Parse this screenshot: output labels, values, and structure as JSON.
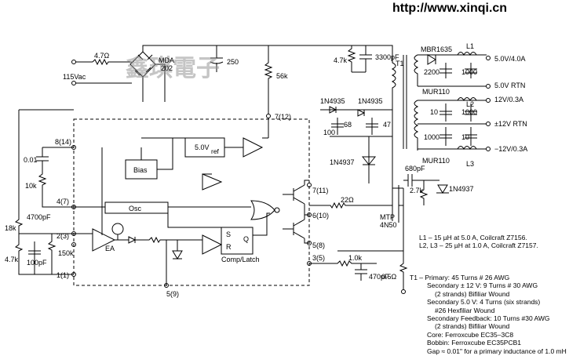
{
  "header": {
    "url": "http://www.xinqi.cn"
  },
  "labels": {
    "r_in": "4.7Ω",
    "vac": "115Vac",
    "bridge": "MDA",
    "bridge_num": "202",
    "c250": "250",
    "r56k": "56k",
    "r47k": "4.7k",
    "c3300": "3300pF",
    "t1": "T1",
    "d_mbr": "MBR1635",
    "l1": "L1",
    "c2200": "2200",
    "c1000a": "1000",
    "out5v": "5.0V/4.0A",
    "out5rtn": "5.0V RTN",
    "d_mur110a": "MUR110",
    "out12p": "12V/0.3A",
    "l2": "L2",
    "c10a": "10",
    "c1000b": "1000",
    "out12rtn": "±12V RTN",
    "c1000c": "1000",
    "c10b": "10",
    "out12n": "−12V/0.3A",
    "d_mur110b": "MUR110",
    "l3": "L3",
    "d_1n4935a": "1N4935",
    "d_1n4935b": "1N4935",
    "c68": "68",
    "c47": "47",
    "c100": "100",
    "d_1n4937a": "1N4937",
    "c680": "680pF",
    "r27k": "2.7k",
    "d_1n4937b": "1N4937",
    "mtp": "MTP",
    "mtp2": "4N50",
    "pin7_12": "7(12)",
    "pin8_14": "8(14)",
    "c001": "0.01",
    "r10k": "10k",
    "pin4_7": "4(7)",
    "c4700": "4700pF",
    "r18k": "18k",
    "pin2_3": "2(3)",
    "r47kb": "4.7k",
    "c100pf": "100pF",
    "r150k": "150k",
    "pin1_1": "1(1)",
    "bias": "Bias",
    "vref": "5.0V",
    "vref_sub": "ref",
    "osc": "Osc",
    "ea": "EA",
    "comp": "Comp/Latch",
    "s": "S",
    "r": "R",
    "q": "Q",
    "pin7_11": "7(11)",
    "pin6_10": "6(10)",
    "pin5_8": "5(8)",
    "pin3_5": "3(5)",
    "pin5_9": "5(9)",
    "r22": "22Ω",
    "r1k": "1.0k",
    "c470": "470pF",
    "r05": "0.5Ω"
  },
  "notes": {
    "l1": "L1 – 15 µH at 5.0 A, Coilcraft Z7156.",
    "l23": "L2, L3 – 25 µH at 1.0 A, Coilcraft Z7157."
  },
  "t1_spec": {
    "line1": "T1 – Primary: 45 Turns # 26 AWG",
    "line2": "Secondary ± 12 V: 9 Turns # 30 AWG",
    "line3": "(2 strands) Bifiliar Wound",
    "line4": "Secondary 5.0 V: 4 Turns (six strands)",
    "line5": "#26 Hexfiliar Wound",
    "line6": "Secondary Feedback: 10 Turns #30 AWG",
    "line7": "(2 strands) Bifiliar Wound",
    "line8": "Core: Ferroxcube EC35–3C8",
    "line9": "Bobbin: Ferroxcube EC35PCB1",
    "line10": "Gap ≈ 0.01\" for a primary inductance of 1.0 mH"
  },
  "watermark": {
    "text": "鑫琪電子"
  }
}
